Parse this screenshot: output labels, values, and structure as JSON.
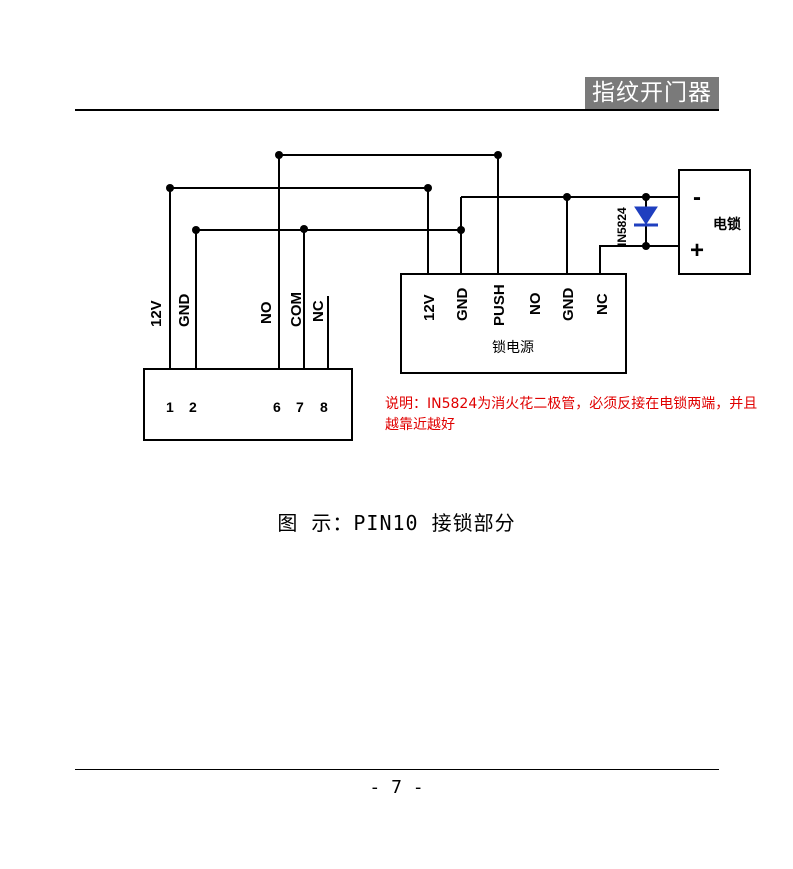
{
  "header": {
    "title": "指纹开门器"
  },
  "diagram": {
    "reader_pins_top": [
      "12V",
      "GND",
      "NO",
      "COM",
      "NC"
    ],
    "reader_pins_numbers": [
      "1",
      "2",
      "6",
      "7",
      "8"
    ],
    "psu_pins": [
      "12V",
      "GND",
      "PUSH",
      "NO",
      "GND",
      "NC"
    ],
    "psu_label": "锁电源",
    "diode_label": "IN5824",
    "lock_label": "电锁",
    "lock_minus": "-",
    "lock_plus": "+",
    "note": "说明：IN5824为消火花二极管，必须反接在电锁两端，并且越靠近越好",
    "colors": {
      "diode": "#1f3fbf",
      "note": "#e00000",
      "header": "#7a7a7a"
    }
  },
  "caption": "图 示：PIN10 接锁部分",
  "footer": {
    "page": "- 7 -"
  }
}
